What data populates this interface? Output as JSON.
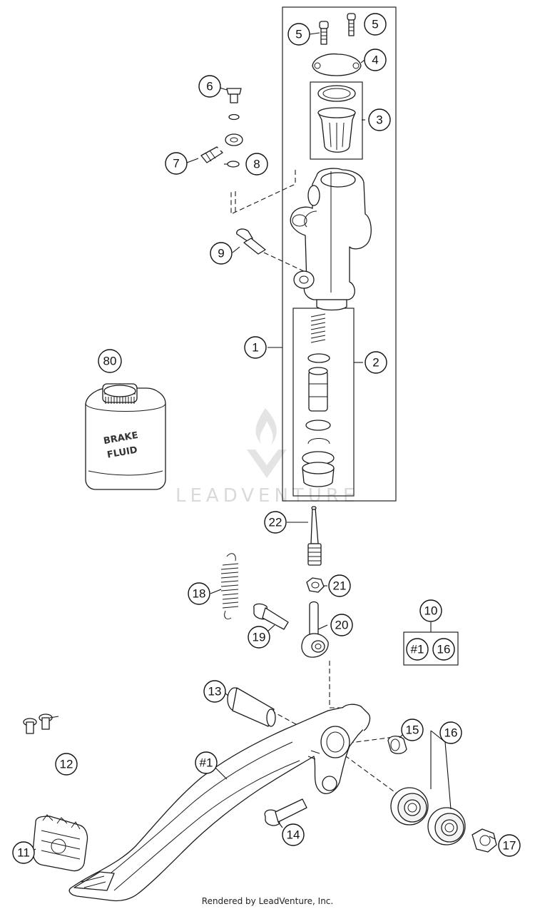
{
  "callouts": {
    "c1": "1",
    "c2": "2",
    "c3": "3",
    "c4": "4",
    "c5a": "5",
    "c5b": "5",
    "c6": "6",
    "c7": "7",
    "c8": "8",
    "c9": "9",
    "c10": "10",
    "c11": "11",
    "c12": "12",
    "c13": "13",
    "c14": "14",
    "c15": "15",
    "c16a": "16",
    "c16b": "16",
    "c17": "17",
    "c18": "18",
    "c19": "19",
    "c20": "20",
    "c21": "21",
    "c22": "22",
    "c80": "80",
    "cref1": "#1",
    "cref2": "#1"
  },
  "bottle": {
    "line1": "BRAKE",
    "line2": "FLUID"
  },
  "watermark": "LEADVENTURE",
  "footer": "Rendered by LeadVenture, Inc."
}
